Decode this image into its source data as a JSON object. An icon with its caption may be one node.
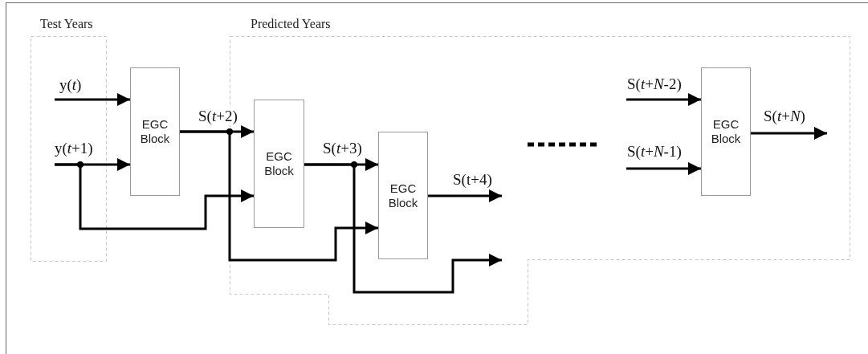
{
  "diagram": {
    "nodes": [
      {
        "text": [
          "Test Years"
        ]
      },
      {
        "text": [
          "Predicted Years"
        ]
      },
      {
        "text": [
          "EGC Block"
        ]
      },
      {
        "text": [
          "EGC Block"
        ],
        "in": 1
      },
      {
        "text": [
          "EGC Block"
        ],
        "in": 1
      },
      {
        "text": [
          "EGC Block"
        ],
        "in": 1
      }
    ],
    "edges": [
      {
        "from": 0,
        "to": 2,
        "arrow": "to",
        "label": "y(*t*)"
      },
      {
        "from": 0,
        "to": 2,
        "arrow": "to",
        "label": "y(*t*+1)"
      },
      {
        "from": 0,
        "to": 3,
        "arrow": "to"
      },
      {
        "from": 2,
        "to": 3,
        "arrow": "to",
        "label": "S(*t*+2)"
      },
      {
        "from": 2,
        "to": 4,
        "arrow": "to"
      },
      {
        "from": 3,
        "to": 4,
        "arrow": "to",
        "label": "S(*t*+3)"
      },
      {
        "from": 3,
        "to": null,
        "arrow": "to"
      },
      {
        "from": 4,
        "to": null,
        "arrow": "to",
        "label": "S(t+4)"
      },
      {
        "from": null,
        "to": 5,
        "arrow": "to",
        "label": "S(*t*+*N*-2)"
      },
      {
        "from": null,
        "to": 5,
        "arrow": "to",
        "label": "S(*t*+*N*-1)"
      },
      {
        "from": 5,
        "to": null,
        "arrow": "to",
        "label": "S(*t*+*N*)"
      }
    ]
  }
}
